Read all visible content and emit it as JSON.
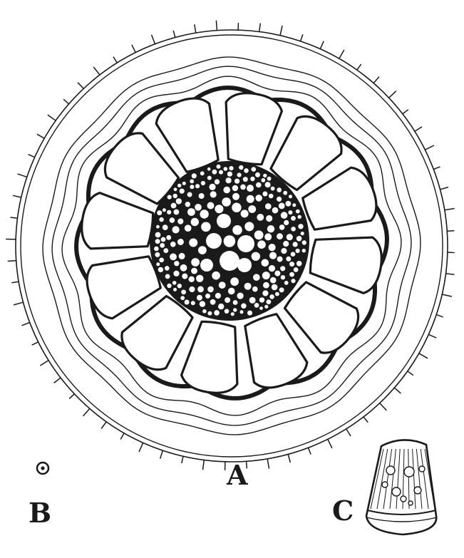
{
  "labels": {
    "a": "A",
    "b": "B",
    "c": "C"
  },
  "colors": {
    "ink": "#1a1a1a",
    "paper": "#ffffff"
  },
  "cells": {
    "outer_ring_count": 12
  }
}
